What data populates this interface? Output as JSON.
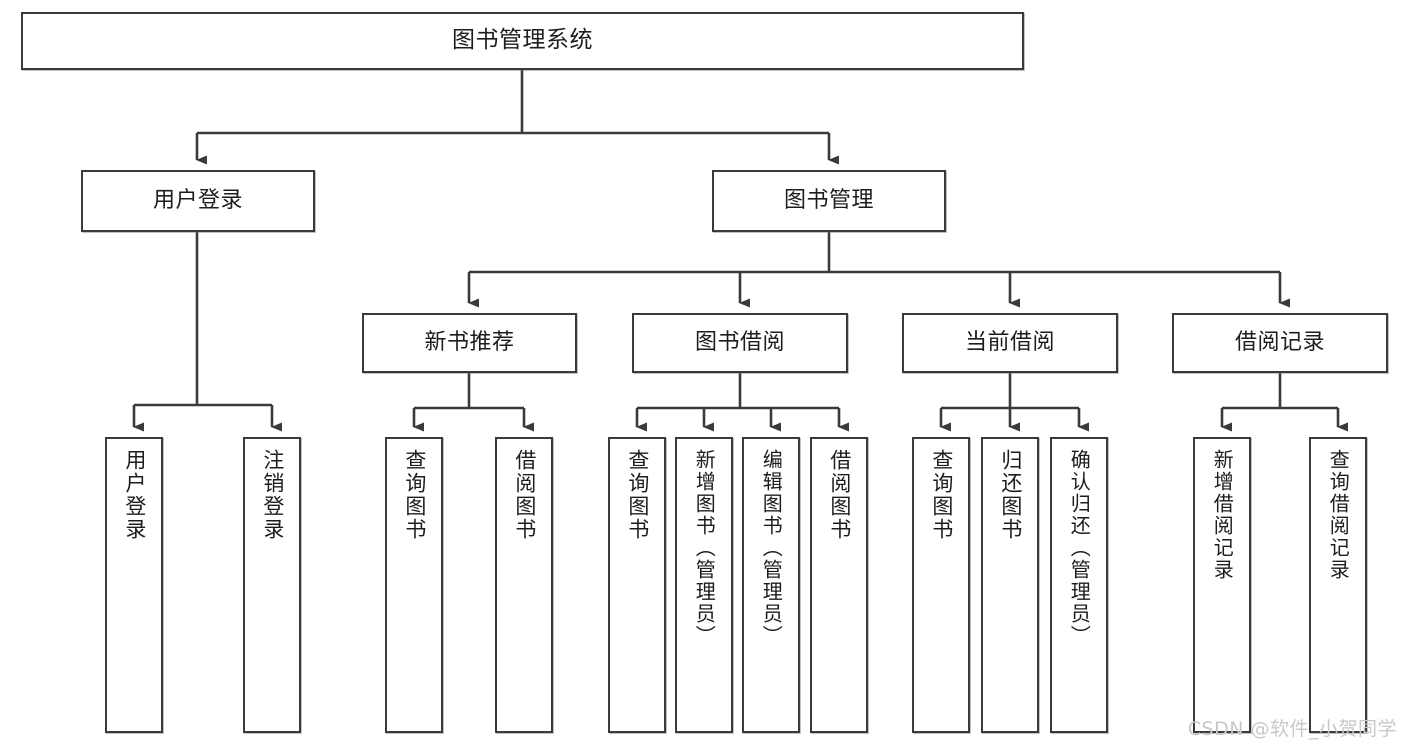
{
  "diagram": {
    "type": "tree",
    "title": "图书管理系统",
    "root": {
      "id": "root",
      "label": "图书管理系统"
    },
    "level2": [
      {
        "id": "user-login",
        "label": "用户登录"
      },
      {
        "id": "book-manage",
        "label": "图书管理"
      }
    ],
    "level3": [
      {
        "id": "new-book-recommend",
        "label": "新书推荐",
        "parent": "book-manage"
      },
      {
        "id": "book-borrow",
        "label": "图书借阅",
        "parent": "book-manage"
      },
      {
        "id": "current-borrow",
        "label": "当前借阅",
        "parent": "book-manage"
      },
      {
        "id": "borrow-record",
        "label": "借阅记录",
        "parent": "book-manage"
      }
    ],
    "leaves": [
      {
        "id": "leaf-user-login",
        "label": "用户登录",
        "parent": "user-login"
      },
      {
        "id": "leaf-logout-login",
        "label": "注销登录",
        "parent": "user-login"
      },
      {
        "id": "leaf-query-book-1",
        "label": "查询图书",
        "parent": "new-book-recommend"
      },
      {
        "id": "leaf-borrow-book-1",
        "label": "借阅图书",
        "parent": "new-book-recommend"
      },
      {
        "id": "leaf-query-book-2",
        "label": "查询图书",
        "parent": "book-borrow"
      },
      {
        "id": "leaf-add-book",
        "label": "新增图书（管理员）",
        "parent": "book-borrow"
      },
      {
        "id": "leaf-edit-book",
        "label": "编辑图书（管理员）",
        "parent": "book-borrow"
      },
      {
        "id": "leaf-borrow-book-2",
        "label": "借阅图书",
        "parent": "book-borrow"
      },
      {
        "id": "leaf-query-book-3",
        "label": "查询图书",
        "parent": "current-borrow"
      },
      {
        "id": "leaf-return-book",
        "label": "归还图书",
        "parent": "current-borrow"
      },
      {
        "id": "leaf-confirm-return",
        "label": "确认归还（管理员）",
        "parent": "current-borrow"
      },
      {
        "id": "leaf-add-record",
        "label": "新增借阅记录",
        "parent": "borrow-record"
      },
      {
        "id": "leaf-query-record",
        "label": "查询借阅记录",
        "parent": "borrow-record"
      }
    ]
  },
  "watermark": {
    "text": "CSDN @软件_小贺同学"
  },
  "colors": {
    "stroke": "#3a3a3a",
    "fill": "#ffffff",
    "text": "#1d1d1d",
    "watermark": "#c8c8c8"
  }
}
